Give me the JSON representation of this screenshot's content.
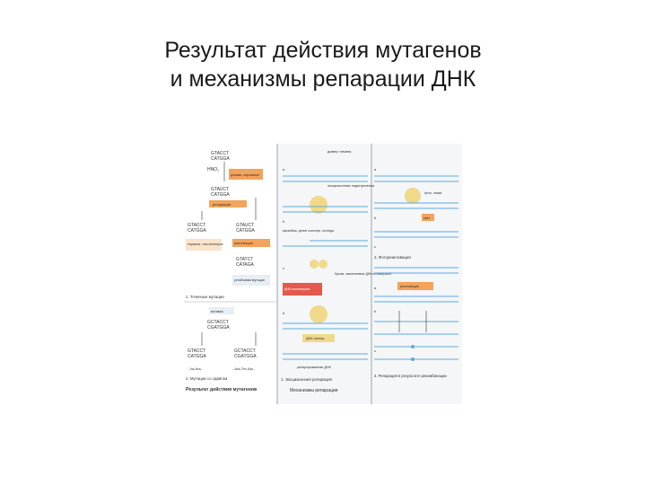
{
  "slide": {
    "title_line1": "Результат действия мутагенов",
    "title_line2": "и механизмы репарации ДНК"
  },
  "figure": {
    "left_panel": {
      "seq_top": "GTACCT",
      "seq_bottom": "CATGGA",
      "agent": "HNO₂",
      "box_deamination": "дезами- нирование",
      "seq2_top": "GTAUCT",
      "seq2_bottom": "CATGGA",
      "box_repair": "репарация",
      "seq3a_top": "GTACCT",
      "seq3a_bottom": "CATGGA",
      "seq3b_top": "GTAUCT",
      "seq3b_bottom": "CATGGA",
      "label_normal": "нормаль- ная молекула",
      "box_replication": "репликация",
      "seq4_top": "GTATCT",
      "seq4_bottom": "CATAGA",
      "label_stable": "устойчивая мутация",
      "section1": "1. Точечные мутации",
      "box_insertion": "вставка",
      "seq5_top": "GCTACCT",
      "seq5_bottom": "CGATGGA",
      "seq6a_top": "GTACCT",
      "seq6a_bottom": "CATGGA",
      "seq6b_top": "GCTACCT",
      "seq6b_bottom": "CGATGGA",
      "frame_a": "- Va-Ara-",
      "frame_b": "- Ara-Tre-Ala -",
      "section2": "2. Мутации со сдвигом",
      "caption": "Результат действия мутагенов"
    },
    "middle_panel": {
      "label_dimer": "димер тимина",
      "step_a": "а",
      "label_excision": "эксцизионная эндонуклеаза",
      "step_b": "b",
      "label_removal": "высвобож- дение олигонук- леотида",
      "step_c": "c",
      "label_gap": "бреши, заполняемые ДНК-полимеразой",
      "box_polymerase": "ДНК-полимераза",
      "step_d": "d",
      "label_ligase": "ДНК-лигаза",
      "label_repaired": "репарированная ДНК",
      "section1": "1. Эксцизионная репарация",
      "caption": "Механизмы репарации"
    },
    "right_panel": {
      "step_a": "а",
      "label_photolyase": "фото- лиаза",
      "step_b": "b",
      "box_light": "свет",
      "step_c": "c",
      "section2": "2. Фотореактивация",
      "step_a2": "а",
      "box_replication": "репликация",
      "step_b2": "b",
      "step_c2": "c",
      "section3": "3. Репарация в результате рекомбинации"
    },
    "colors": {
      "strand_blue": "#5fa9dc",
      "box_orange": "#f3a35b",
      "box_red": "#e25a4a",
      "enzyme_yellow": "#f1d98a",
      "panel_bg": "#f4f6f8",
      "divider": "#9aa5ad",
      "text_dark": "#333333"
    }
  }
}
